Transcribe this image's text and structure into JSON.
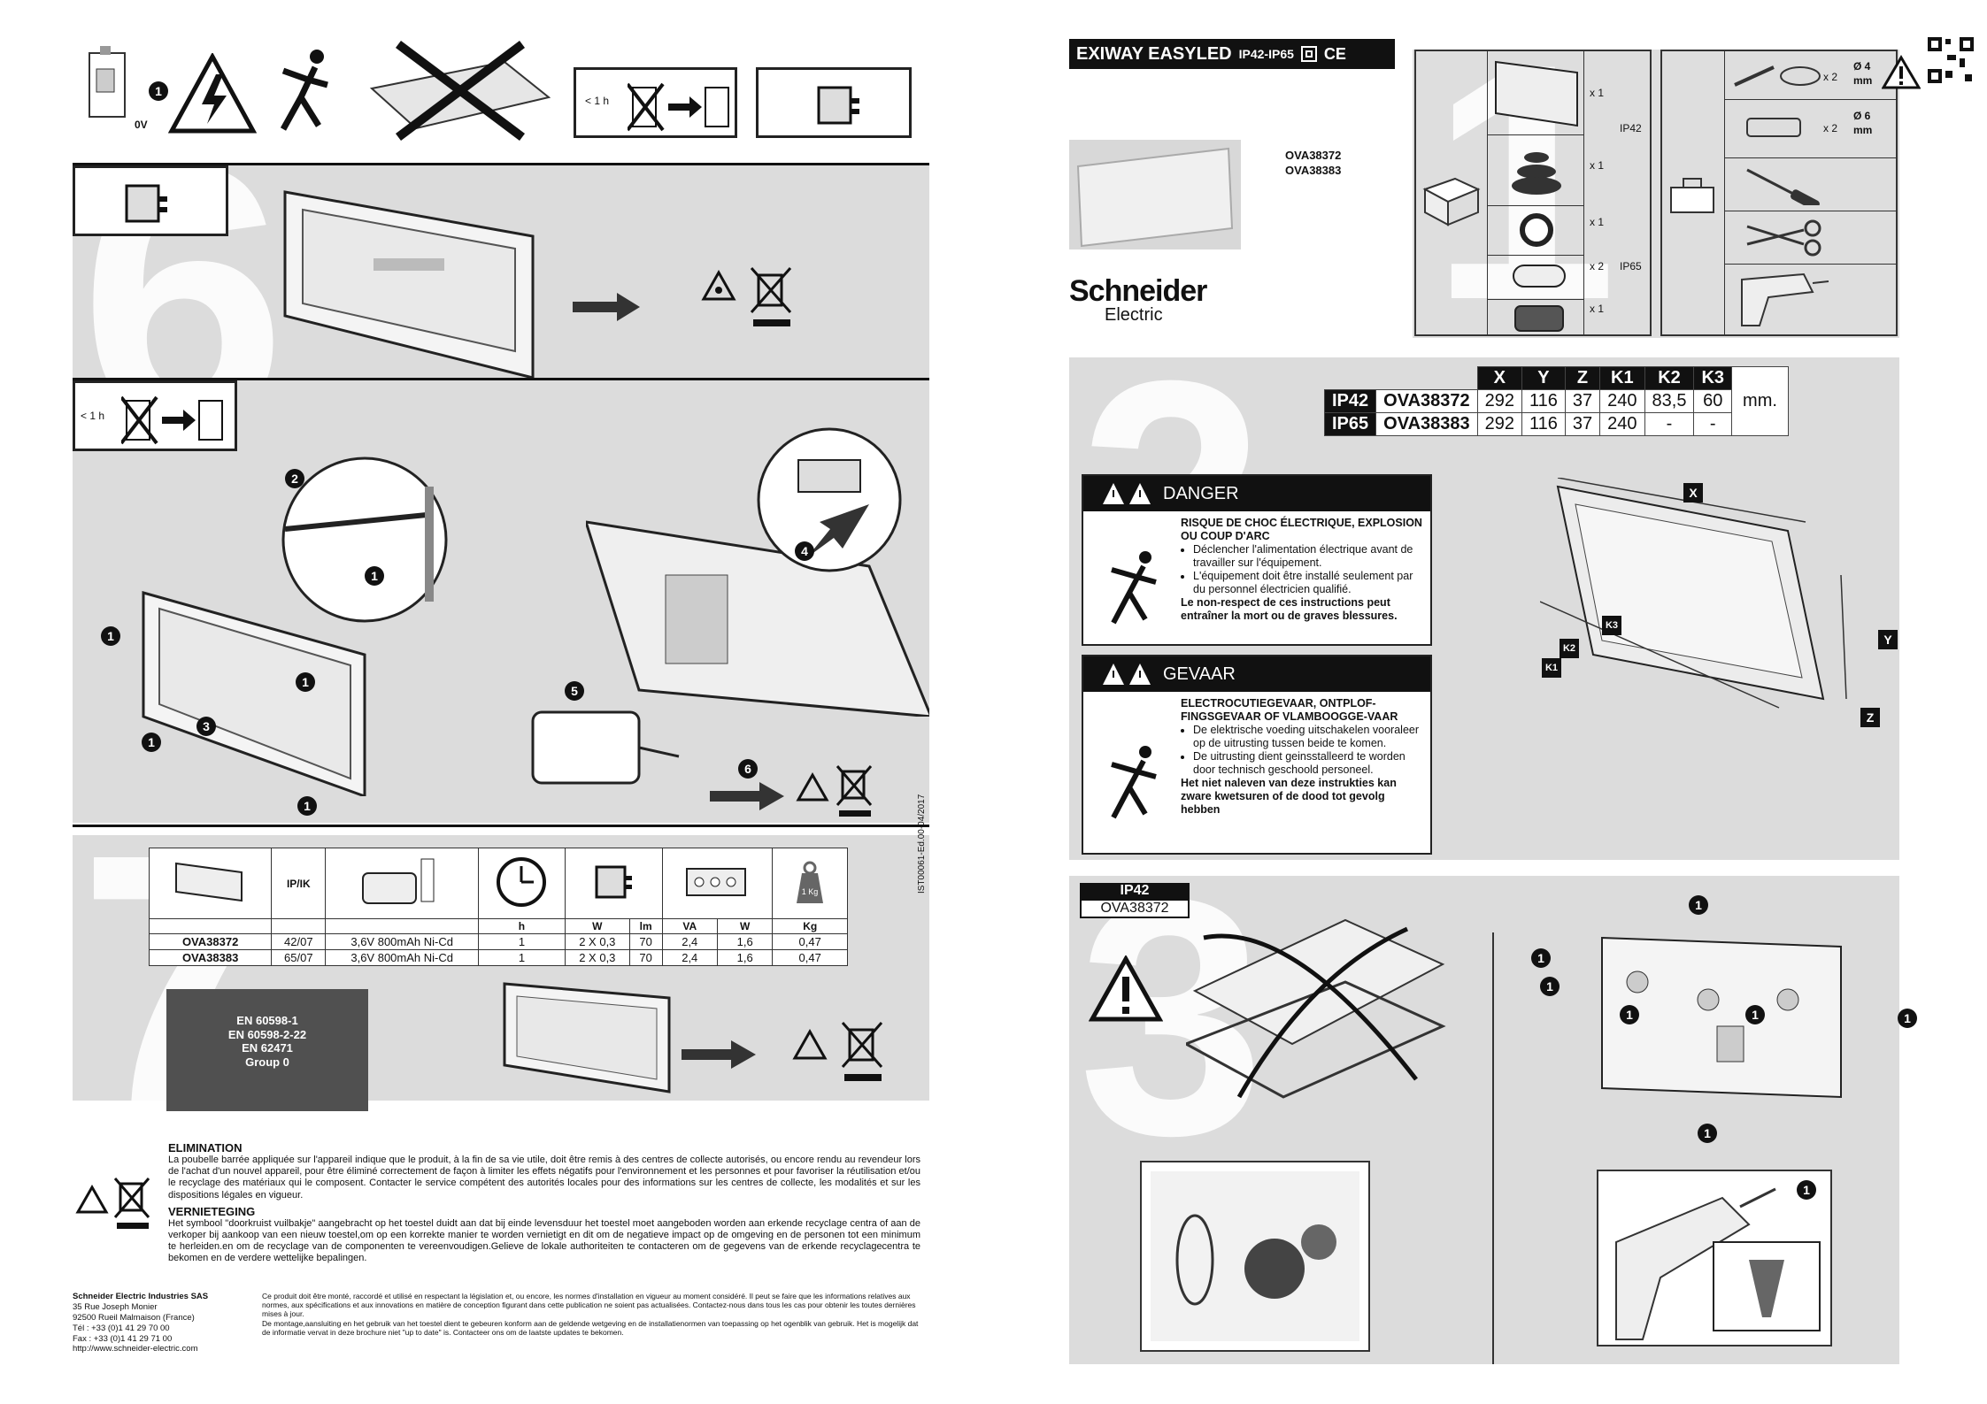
{
  "left": {
    "pictograms_top": {
      "voltage": "0V",
      "less_than_1h": "< 1 h"
    },
    "section6": {
      "number": "6"
    },
    "section6b": {
      "less_than_1h": "< 1 h"
    },
    "step_numbers": [
      "1",
      "2",
      "3",
      "4",
      "5",
      "6"
    ],
    "section7": {
      "number": "7",
      "headers": [
        "IP/IK",
        "h",
        "W",
        "lm",
        "VA",
        "W",
        "Kg"
      ],
      "weight_label": "1 Kg",
      "rows": [
        [
          "OVA38372",
          "42/07",
          "3,6V 800mAh Ni-Cd",
          "1",
          "2 X 0,3",
          "70",
          "2,4",
          "1,6",
          "0,47"
        ],
        [
          "OVA38383",
          "65/07",
          "3,6V 800mAh Ni-Cd",
          "1",
          "2 X 0,3",
          "70",
          "2,4",
          "1,6",
          "0,47"
        ]
      ],
      "standards": [
        "EN 60598-1",
        "EN 60598-2-22",
        "EN 62471",
        "Group 0"
      ],
      "side_code": "IST00061-Ed.00-04/2017"
    },
    "elimination": {
      "title_fr": "ELIMINATION",
      "text_fr": "La poubelle barrée appliquée sur l'appareil indique que le produit, à la fin de sa vie utile, doit être remis à des centres de collecte autorisés, ou encore rendu au revendeur lors de l'achat d'un nouvel appareil, pour être éliminé correctement de façon à limiter les effets négatifs pour l'environnement et les personnes et pour favoriser la réutilisation et/ou le recyclage des matériaux qui le composent. Contacter le service compétent des autorités locales pour des informations sur les centres de collecte, les modalités et sur les dispositions légales en vigueur.",
      "title_nl": "VERNIETEGING",
      "text_nl": "Het symbool \"doorkruist vuilbakje\" aangebracht op het toestel duidt aan dat bij einde levensduur het toestel moet aangeboden worden aan erkende recyclage centra of aan de verkoper bij aankoop van een nieuw toestel,om op een korrekte manier te worden vernietigt en dit om de negatieve impact op de omgeving en de personen tot een minimum te herleiden.en om de recyclage van de componenten te vereenvoudigen.Gelieve de lokale authoriteiten te contacteren om de gegevens van de erkende recyclagecentra te bekomen en de verdere wettelijke bepalingen."
    },
    "footer": {
      "company": "Schneider Electric Industries SAS",
      "address": [
        "35 Rue Joseph Monier",
        "92500 Rueil Malmaison (France)",
        "Tél : +33 (0)1 41 29 70 00",
        "Fax : +33 (0)1 41 29 71 00",
        "http://www.schneider-electric.com"
      ],
      "legal_fr": "Ce produit doit être monté, raccordé et utilisé en respectant la législation et, ou encore, les normes d'installation en vigueur au moment considéré. Il peut se faire que les informations relatives aux normes, aux spécifications et aux innovations en matière de conception figurant dans cette publication ne soient pas actualisées. Contactez-nous dans tous les cas pour obtenir les toutes dernières mises à jour.",
      "legal_nl": "De montage,aansluiting en het gebruik van het toestel dient te gebeuren konform aan de geldende wetgeving en de installatienormen van toepassing op het ogenblik van gebruik. Het is mogelijk dat de informatie vervat in deze brochure niet \"up to date\" is. Contacteer ons om de laatste updates te bekomen."
    }
  },
  "right": {
    "header": {
      "title": "EXIWAY EASYLED",
      "ip": "IP42-IP65",
      "ce": "CE"
    },
    "models": [
      "OVA38372",
      "OVA38383"
    ],
    "brand": {
      "line1": "Schneider",
      "line2": "Electric"
    },
    "section1": {
      "number": "1",
      "quantities": [
        "x 1",
        "x 1",
        "x 1",
        "x 2",
        "x 1"
      ],
      "ip42": "IP42",
      "ip65": "IP65",
      "tools": [
        {
          "qty": "x 2",
          "size": "Ø 4",
          "unit": "mm"
        },
        {
          "qty": "x 2",
          "size": "Ø 6",
          "unit": "mm"
        }
      ]
    },
    "section2": {
      "number": "2",
      "headers": [
        "X",
        "Y",
        "Z",
        "K1",
        "K2",
        "K3"
      ],
      "rows": [
        {
          "ip": "IP42",
          "model": "OVA38372",
          "values": [
            "292",
            "116",
            "37",
            "240",
            "83,5",
            "60"
          ]
        },
        {
          "ip": "IP65",
          "model": "OVA38383",
          "values": [
            "292",
            "116",
            "37",
            "240",
            "-",
            "-"
          ]
        }
      ],
      "unit": "mm.",
      "dim_labels": [
        "X",
        "Y",
        "Z",
        "K1",
        "K2",
        "K3"
      ]
    },
    "danger": {
      "title": "DANGER",
      "heading": "RISQUE DE CHOC ÉLECTRIQUE, EXPLOSION OU COUP D'ARC",
      "bullets": [
        "Déclencher l'alimentation électrique avant de travailler sur l'équipement.",
        "L'équipement doit être installé seulement par du personnel électricien qualifié."
      ],
      "footer": "Le non-respect de ces instructions peut entraîner la mort ou de graves blessures."
    },
    "gevaar": {
      "title": "GEVAAR",
      "heading": "ELECTROCUTIEGEVAAR, ONTPLOF-FINGSGEVAAR OF VLAMBOOGGE-VAAR",
      "bullets": [
        "De elektrische voeding uitschakelen vooraleer op de uitrusting tussen beide te komen.",
        "De uitrusting dient geinsstalleerd te worden door technisch geschoold personeel."
      ],
      "footer": "Het niet naleven van deze instrukties kan zware kwetsuren of de dood tot gevolg hebben"
    },
    "section3": {
      "number": "3",
      "ip": "IP42",
      "model": "OVA38372",
      "step": "1"
    }
  }
}
